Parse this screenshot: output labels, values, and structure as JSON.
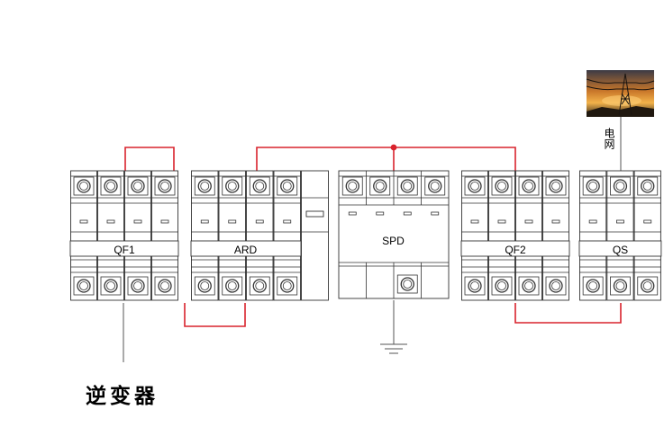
{
  "devices": {
    "qf1": {
      "label": "QF1"
    },
    "ard": {
      "label": "ARD"
    },
    "spd": {
      "label": "SPD"
    },
    "qf2": {
      "label": "QF2"
    },
    "qs": {
      "label": "QS"
    }
  },
  "grid": {
    "label": "电网"
  },
  "inverter": {
    "label": "逆变器"
  },
  "colors": {
    "wire_red": "#d9232d",
    "wire_gray": "#555555",
    "device_stroke": "#333333",
    "device_fill": "#ffffff"
  }
}
